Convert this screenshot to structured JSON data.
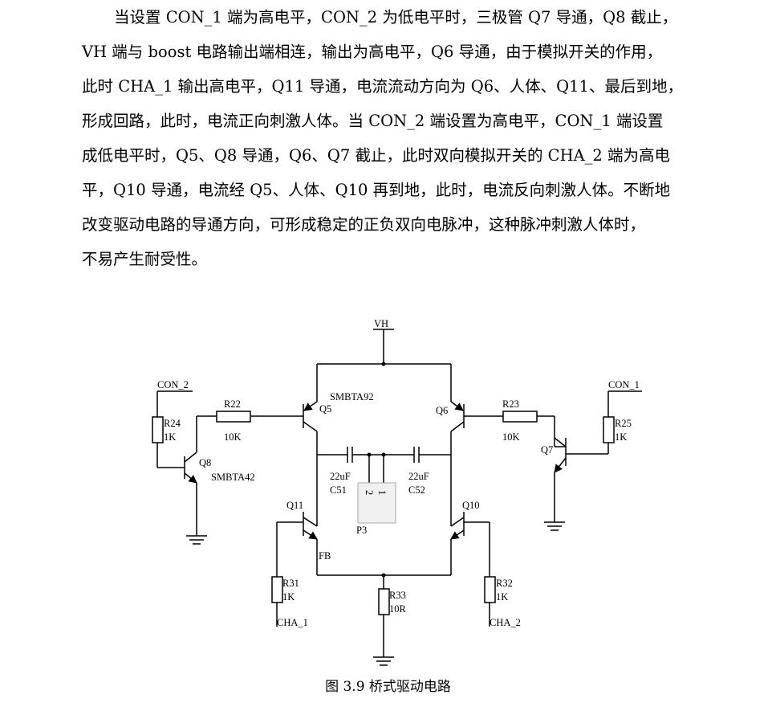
{
  "paragraph_lines": [
    "当设置 CON_1 端为高电平，CON_2 为低电平时，三极管 Q7 导通，Q8 截止，",
    "VH 端与 boost 电路输出端相连，输出为高电平，Q6 导通，由于模拟开关的作用，",
    "此时 CHA_1 输出高电平，Q11 导通，电流流动方向为 Q6、人体、Q11、最后到地，",
    "形成回路，此时，电流正向刺激人体。当 CON_2 端设置为高电平，CON_1 端设置",
    "成低电平时，Q5、Q8 导通，Q6、Q7 截止，此时双向模拟开关的 CHA_2 端为高电",
    "平，Q10 导通，电流经 Q5、人体、Q10 再到地，此时，电流反向刺激人体。不断地",
    "改变驱动电路的导通方向，可形成稳定的正负双向电脉冲，这种脉冲刺激人体时，",
    "不易产生耐受性。"
  ],
  "circuit": {
    "vh": "VH",
    "con2": "CON_2",
    "con1": "CON_1",
    "r24": "R24",
    "r24_val": "1K",
    "r22": "R22",
    "r22_val": "10K",
    "r23": "R23",
    "r23_val": "10K",
    "r25": "R25",
    "r25_val": "1K",
    "q8": "Q8",
    "q8_part": "SMBTA42",
    "q7": "Q7",
    "q5": "Q5",
    "q5_part": "SMBTA92",
    "q6": "Q6",
    "c51": "C51",
    "c51_val": "22uF",
    "c52": "C52",
    "c52_val": "22uF",
    "p3": "P3",
    "p3_pin2": "2",
    "p3_pin1": "1",
    "q11": "Q11",
    "q10": "Q10",
    "fb": "FB",
    "r31": "R31",
    "r31_val": "1K",
    "r33": "R33",
    "r33_val": "10R",
    "r32": "R32",
    "r32_val": "1K",
    "cha1": "CHA_1",
    "cha2": "CHA_2"
  },
  "caption": "图 3.9  桥式驱动电路"
}
